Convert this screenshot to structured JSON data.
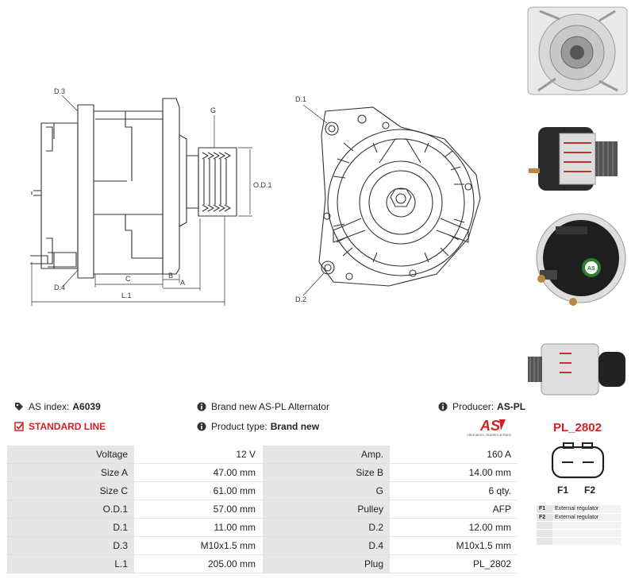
{
  "drawing": {
    "side_labels": {
      "d3": "D.3",
      "d4": "D.4",
      "g": "G",
      "od1": "O.D.1",
      "c": "C",
      "b": "B",
      "a": "A",
      "l1": "L.1"
    },
    "front_labels": {
      "d1": "D.1",
      "d2": "D.2"
    }
  },
  "photos": {
    "front_view": "alternator-front-photo",
    "side_view": "alternator-side-photo",
    "rear_view": "alternator-rear-photo",
    "top_view": "alternator-top-photo",
    "rear_badge": "AS"
  },
  "info": {
    "as_index_label": "AS index:",
    "as_index_value": "A6039",
    "standard_line": "STANDARD LINE",
    "brand_line": "Brand new AS-PL Alternator",
    "product_type_label": "Product type:",
    "product_type_value": "Brand new",
    "producer_label": "Producer:",
    "producer_value": "AS-PL",
    "logo_text": "AS",
    "logo_tagline": "Alternators, Starters & Parts"
  },
  "specs": [
    {
      "k1": "Voltage",
      "v1": "12 V",
      "k2": "Amp.",
      "v2": "160 A"
    },
    {
      "k1": "Size A",
      "v1": "47.00 mm",
      "k2": "Size B",
      "v2": "14.00 mm"
    },
    {
      "k1": "Size C",
      "v1": "61.00 mm",
      "k2": "G",
      "v2": "6 qty."
    },
    {
      "k1": "O.D.1",
      "v1": "57.00 mm",
      "k2": "Pulley",
      "v2": "AFP"
    },
    {
      "k1": "D.1",
      "v1": "11.00 mm",
      "k2": "D.2",
      "v2": "12.00 mm"
    },
    {
      "k1": "D.3",
      "v1": "M10x1.5 mm",
      "k2": "D.4",
      "v2": "M10x1.5 mm"
    },
    {
      "k1": "L.1",
      "v1": "205.00 mm",
      "k2": "Plug",
      "v2": "PL_2802"
    }
  ],
  "plug": {
    "title": "PL_2802",
    "pins": [
      "F1",
      "F2"
    ],
    "legend": [
      {
        "pin": "F1",
        "desc": "External regulator"
      },
      {
        "pin": "F2",
        "desc": "External regulator"
      },
      {
        "pin": "",
        "desc": ""
      },
      {
        "pin": "",
        "desc": ""
      },
      {
        "pin": "",
        "desc": ""
      }
    ]
  },
  "colors": {
    "accent_red": "#d32020",
    "table_grey": "#e6e6e6"
  }
}
